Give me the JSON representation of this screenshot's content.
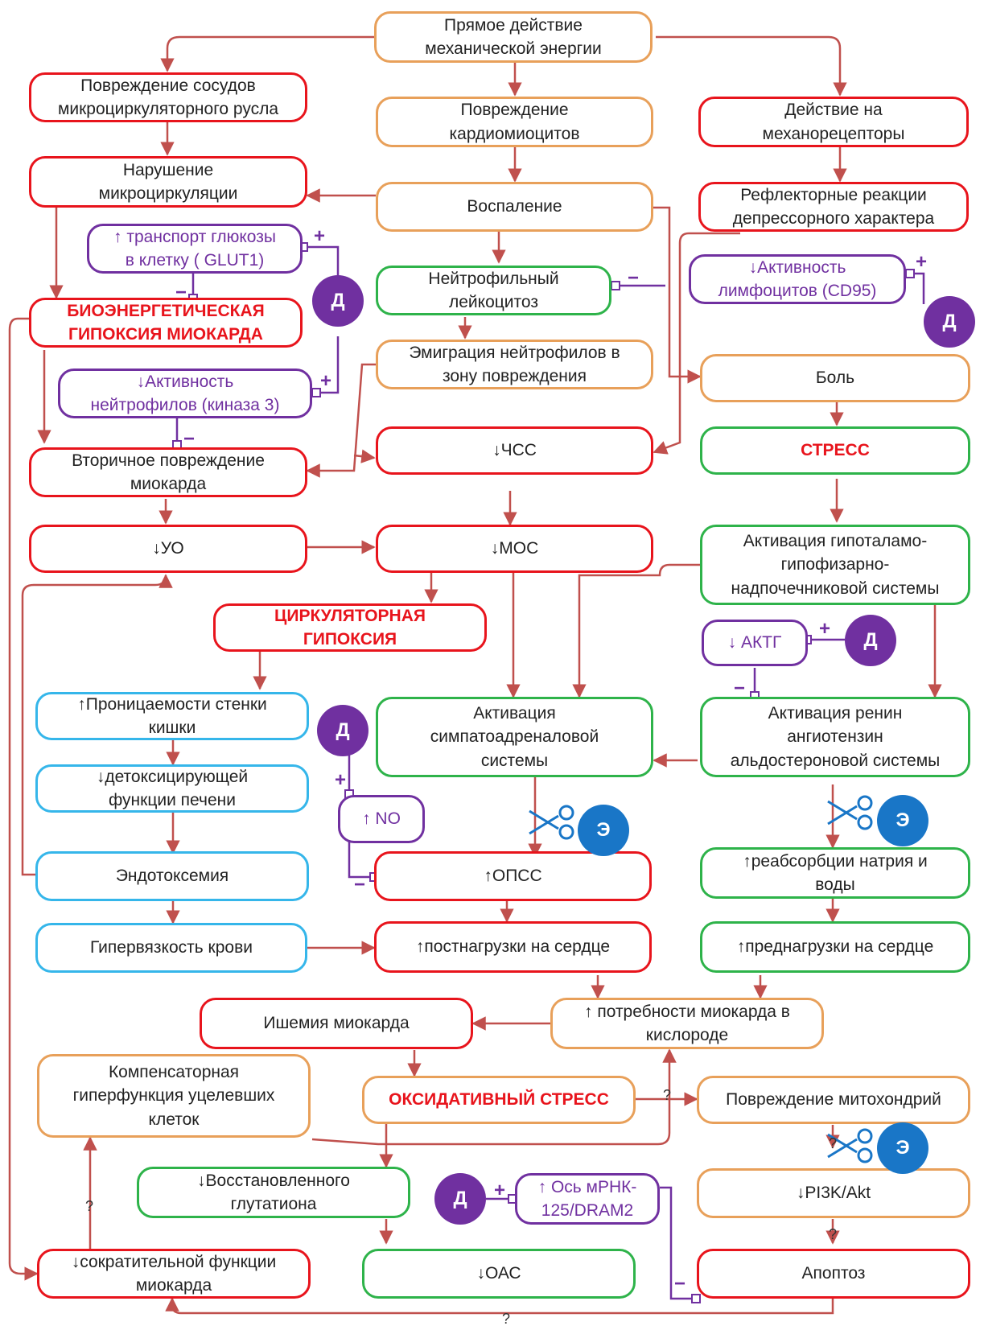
{
  "colors": {
    "orange": "#e8a05a",
    "red": "#e8141c",
    "green": "#2eb34a",
    "blue": "#35b6ea",
    "purple": "#7030a0",
    "arrow": "#c0504d",
    "circle_d": "#7030a0",
    "circle_e": "#1976c7"
  },
  "icons": {
    "scissors": "scissors-icon"
  },
  "nodes": {
    "mech_energy": "Прямое действие\nмеханической энергии",
    "vessel_damage": "Повреждение сосудов\nмикроциркуляторного русла",
    "cardiomyocyte_damage": "Повреждение\nкардиомиоцитов",
    "mechanoreceptors": "Действие на\nмеханорецепторы",
    "microcirculation": "Нарушение\nмикроциркуляции",
    "inflammation": "Воспаление",
    "reflex": "Рефлекторные реакции\nдепрессорного характера",
    "glucose_transport": "↑ транспорт глюкозы\nв клетку ( GLUT1)",
    "neutrophil_leukocytosis": "Нейтрофильный\nлейкоцитоз",
    "lymphocyte_activity": "↓Активность\nлимфоцитов (CD95)",
    "bioenergetic_hypoxia": "БИОЭНЕРГЕТИЧЕСКАЯ\nГИПОКСИЯ МИОКАРДА",
    "neutrophil_emigration": "Эмиграция нейтрофилов в\nзону повреждения",
    "neutrophil_activity": "↓Активность\nнейтрофилов (киназа 3)",
    "pain": "Боль",
    "secondary_damage": "Вторичное повреждение\nмиокарда",
    "heart_rate": "↓ЧСС",
    "stress": "СТРЕСС",
    "stroke_volume": "↓УО",
    "minute_volume": "↓МОС",
    "hpa_activation": "Активация гипоталамо-\nгипофизарно-\nнадпочечниковой системы",
    "circulatory_hypoxia": "ЦИРКУЛЯТОРНАЯ\nГИПОКСИЯ",
    "actg": "↓  АКТГ",
    "gut_permeability": "↑Проницаемости стенки\nкишки",
    "sympathoadrenal": "Активация\nсимпатоадреналовой\nсистемы",
    "raas": "Активация ренин\nангиотензин\nальдостероновой системы",
    "liver_detox": "↓детоксицирующей\nфункции печени",
    "no": "↑  NO",
    "endotoxemia": "Эндотоксемия",
    "opss": "↑ОПСС",
    "sodium_reabsorption": "↑реабсорбции натрия и\nводы",
    "blood_viscosity": "Гипервязкость крови",
    "afterload": "↑постнагрузки на сердце",
    "preload": "↑преднагрузки на сердце",
    "myocardial_ischemia": "Ишемия миокарда",
    "oxygen_demand": "↑  потребности миокарда в\nкислороде",
    "compensatory": "Компенсаторная\nгиперфункция уцелевших\nклеток",
    "oxidative_stress": "ОКСИДАТИВНЫЙ СТРЕСС",
    "mitochondria": "Повреждение митохондрий",
    "glutathione": "↓Восстановленного\nглутатиона",
    "mirna_axis": "↑  Ось мРНК-\n125/DRAM2",
    "pi3k": "↓PI3K/Akt",
    "contractility": "↓сократительной функции\nмиокарда",
    "oac": "↓ОАС",
    "apoptosis": "Апоптоз"
  },
  "markers": {
    "d": "Д",
    "e": "Э",
    "plus": "+",
    "minus": "−",
    "question": "?"
  }
}
